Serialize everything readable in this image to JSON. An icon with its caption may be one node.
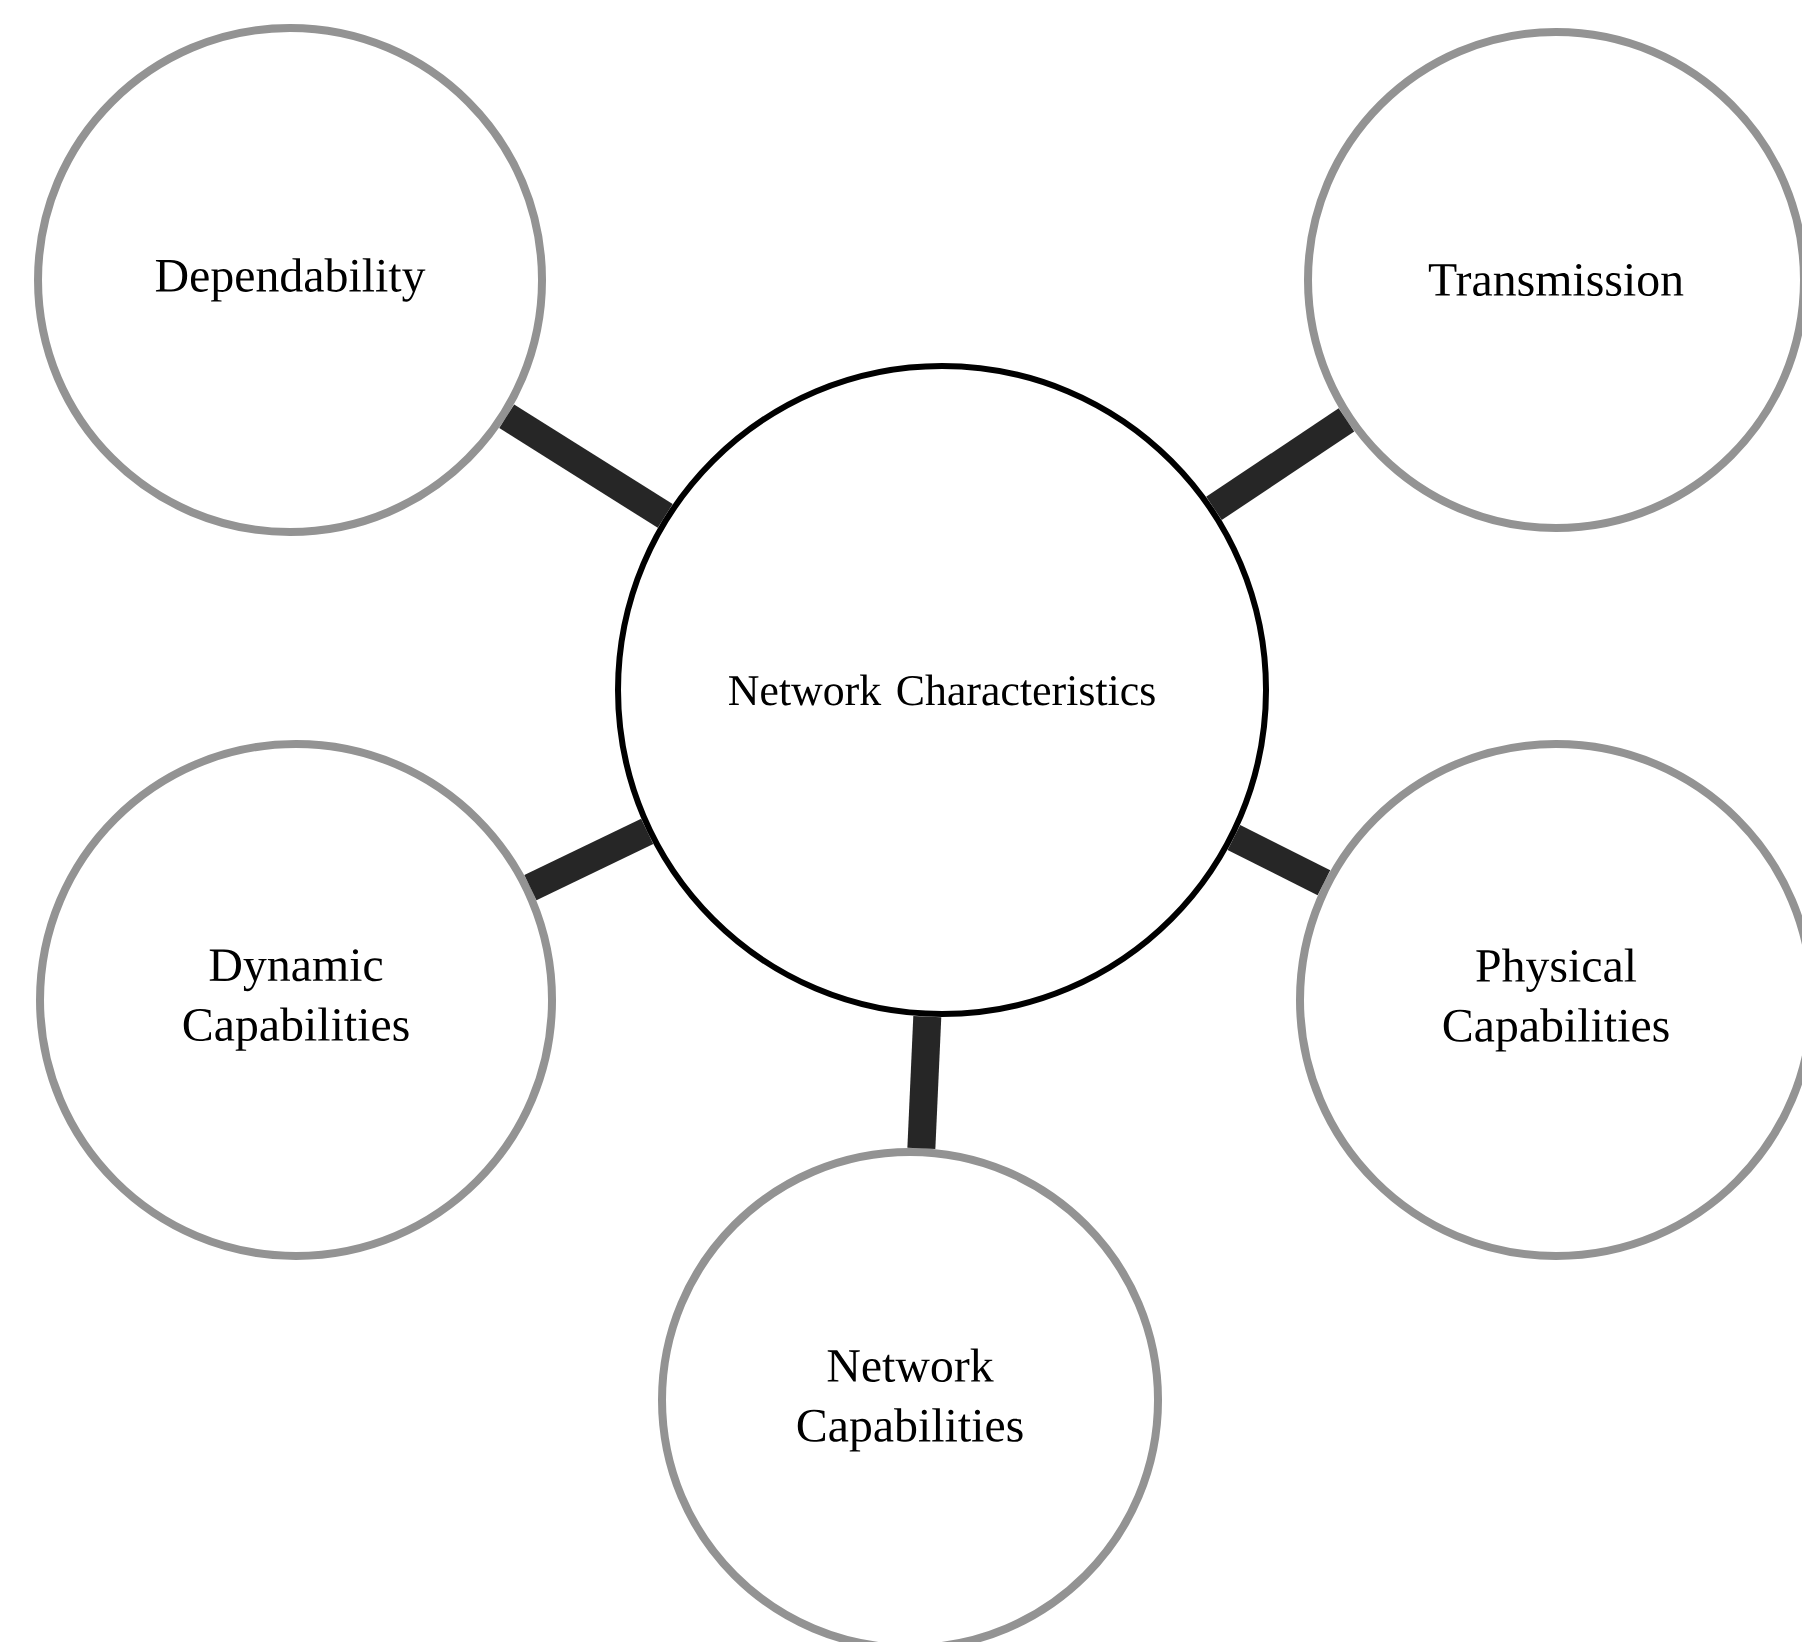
{
  "diagram": {
    "nodes": [
      {
        "text": [
          "Dependability"
        ]
      },
      {
        "text": [
          "Transmission"
        ]
      },
      {
        "text": [
          "Network Characteristics"
        ]
      },
      {
        "text": [
          "Dynamic Capabilities"
        ]
      },
      {
        "text": [
          "Physical Capabilities"
        ]
      },
      {
        "text": [
          "Network Capabilities"
        ]
      }
    ],
    "edges": [
      {
        "from": 2,
        "to": 0,
        "arrow": "none"
      },
      {
        "from": 2,
        "to": 1,
        "arrow": "none"
      },
      {
        "from": 2,
        "to": 3,
        "arrow": "none"
      },
      {
        "from": 2,
        "to": 4,
        "arrow": "none"
      },
      {
        "from": 2,
        "to": 5,
        "arrow": "none"
      }
    ]
  }
}
